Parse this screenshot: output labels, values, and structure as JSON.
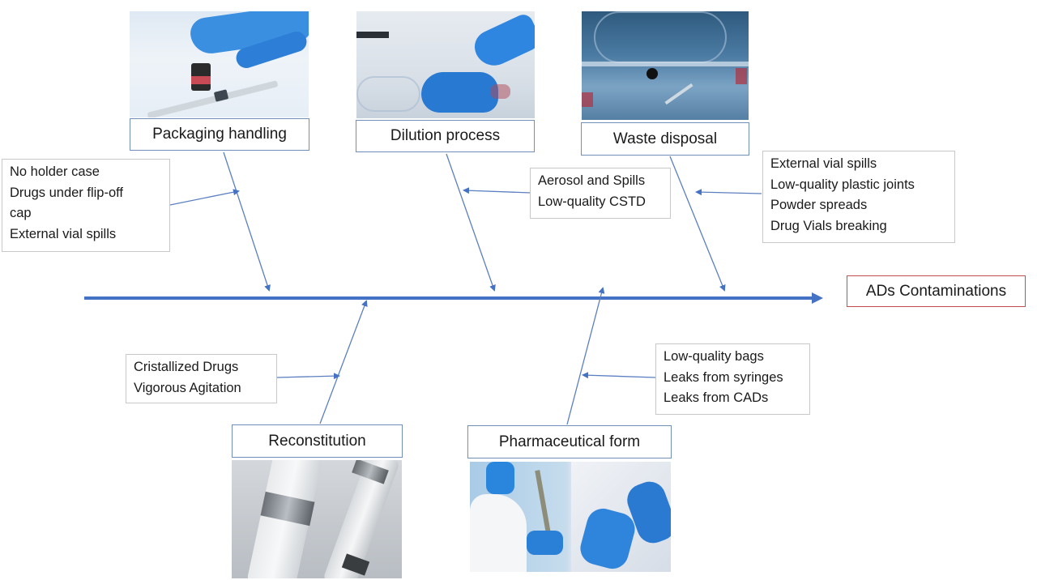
{
  "diagram": {
    "type": "fishbone",
    "effect": "ADs Contaminations",
    "colors": {
      "spine": "#4472c4",
      "bone": "#5b7fc0",
      "category_border": "#6f8fb8",
      "cause_border": "#c8c8c8",
      "effect_border": "#c0504d",
      "glove_blue": "#2f7fd8"
    },
    "categories": [
      {
        "id": "packaging",
        "label": "Packaging handling",
        "position": "top",
        "image": "gloved-hand-vial-syringe-photo",
        "causes": [
          "No holder case",
          "Drugs under flip-off",
          "cap",
          "External vial spills"
        ]
      },
      {
        "id": "dilution",
        "label": "Dilution process",
        "position": "top",
        "image": "gloved-hands-dilution-photo",
        "causes": [
          "Aerosol and Spills",
          "Low-quality CSTD"
        ]
      },
      {
        "id": "waste",
        "label": "Waste disposal",
        "position": "top",
        "image": "waste-bag-tubing-photo",
        "causes": [
          "External vial spills",
          "Low-quality plastic joints",
          "Powder spreads",
          "Drug Vials breaking"
        ]
      },
      {
        "id": "reconstitution",
        "label": "Reconstitution",
        "position": "bottom",
        "image": "vial-adapter-syringe-photo",
        "causes": [
          "Cristallized Drugs",
          "Vigorous Agitation"
        ]
      },
      {
        "id": "pharmaceutical",
        "label": "Pharmaceutical form",
        "position": "bottom",
        "image": "gloved-hands-syringe-bag-photo",
        "causes": [
          "Low-quality bags",
          "Leaks from syringes",
          "Leaks from CADs"
        ]
      }
    ]
  }
}
